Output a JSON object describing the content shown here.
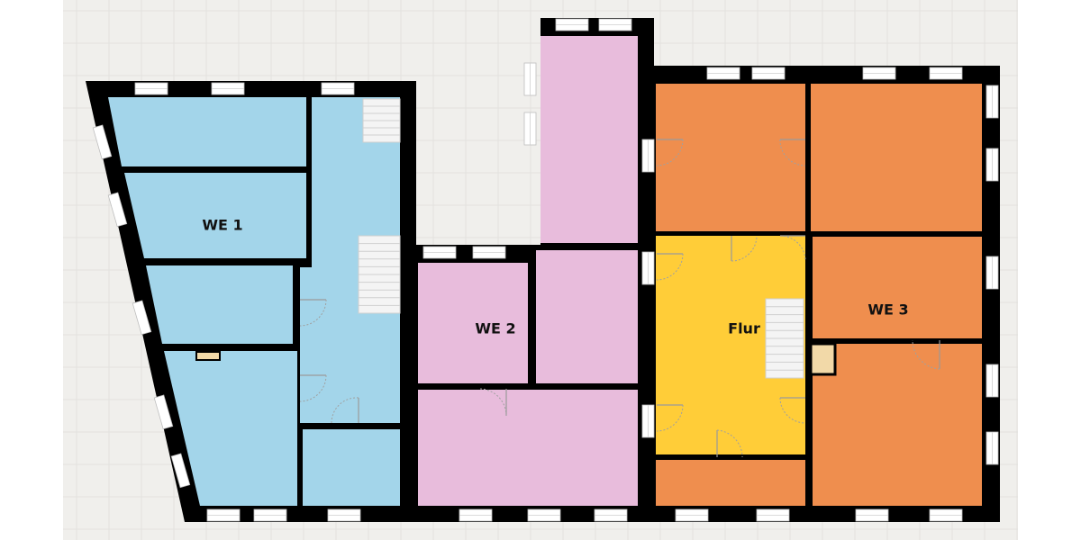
{
  "labels": {
    "we1": "WE 1",
    "we2": "WE 2",
    "flur": "Flur",
    "we3": "WE 3"
  },
  "colors": {
    "background": "#f0efec",
    "grid": "#e3e2de",
    "wall": "#000000",
    "window": "#ffffff",
    "we1": "#a3d5ea",
    "we2": "#e8bcdc",
    "flur": "#ffcd38",
    "we3": "#ef8e4e",
    "stairs": "#f4f4f4",
    "shaft": "#f2d9a8"
  }
}
